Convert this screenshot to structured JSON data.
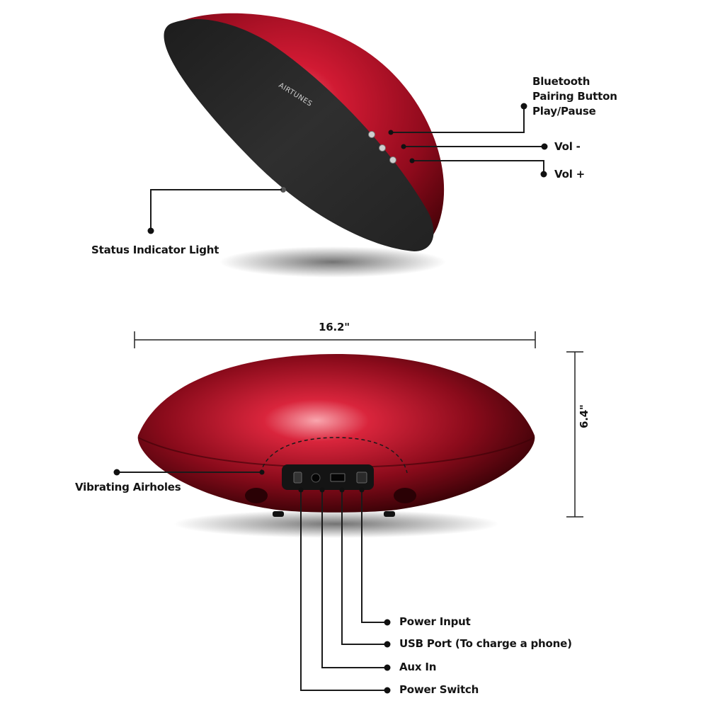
{
  "brand_logo": "AIRTUNES",
  "callouts": {
    "bluetooth_pairing": [
      "Bluetooth",
      "Pairing Button",
      "Play/Pause"
    ],
    "vol_minus": "Vol -",
    "vol_plus": "Vol +",
    "status_light": "Status Indicator Light",
    "airholes": "Vibrating Airholes",
    "power_input": "Power Input",
    "usb_port": "USB Port (To charge a phone)",
    "aux_in": "Aux In",
    "power_switch": "Power Switch"
  },
  "dimensions": {
    "width": "16.2\"",
    "height": "6.4\""
  },
  "colors": {
    "speaker_red": "#c8102e",
    "speaker_dark_red": "#5a0610",
    "grille": "#2a2a2a",
    "line": "#1a1a1a"
  }
}
